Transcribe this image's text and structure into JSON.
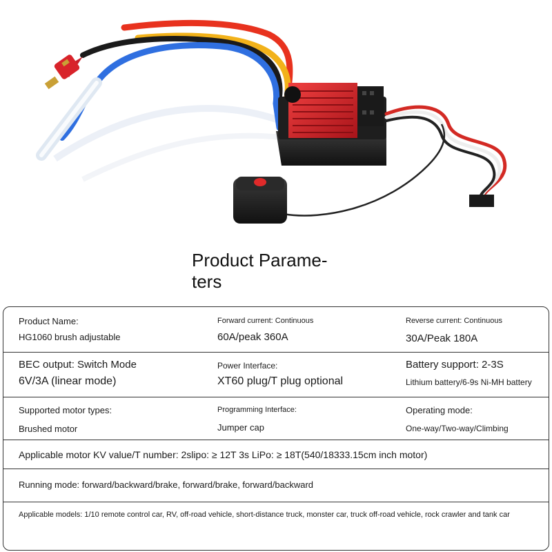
{
  "heading": {
    "line1": "Product Parame-",
    "line2": "ters"
  },
  "specs": {
    "row1": {
      "col1": {
        "label": "Product Name:",
        "value": "HG1060 brush adjustable"
      },
      "col2": {
        "label": "Forward current: Continuous",
        "value": "60A/peak 360A"
      },
      "col3": {
        "label": "Reverse current: Continuous",
        "value": "30A/Peak 180A"
      }
    },
    "row2": {
      "col1": {
        "label": "BEC output: Switch Mode",
        "value": "6V/3A (linear mode)"
      },
      "col2": {
        "label": "Power Interface:",
        "value": "XT60 plug/T plug optional"
      },
      "col3": {
        "label": "Battery support: 2-3S",
        "value": "Lithium battery/6-9s Ni-MH battery"
      }
    },
    "row3": {
      "col1": {
        "label": "Supported motor types:",
        "value": "Brushed motor"
      },
      "col2": {
        "label": "Programming Interface:",
        "value": "Jumper cap"
      },
      "col3": {
        "label": "Operating mode:",
        "value": "One-way/Two-way/Climbing"
      }
    },
    "kv_line": "Applicable motor KV value/T number: 2slipo: ≥ 12T 3s LiPo: ≥ 18T(540/18333.15cm inch motor)",
    "running_mode": "Running mode: forward/backward/brake, forward/brake, forward/backward",
    "applicable_models": "Applicable models: 1/10 remote control car, RV, off-road vehicle, short-distance truck, monster car, truck off-road vehicle, rock crawler and tank car"
  },
  "colors": {
    "esc_red": "#d8232a",
    "wire_red": "#e8321e",
    "wire_yellow": "#f2b21a",
    "wire_blue": "#2f6fe0",
    "wire_black": "#1a1a1a"
  }
}
